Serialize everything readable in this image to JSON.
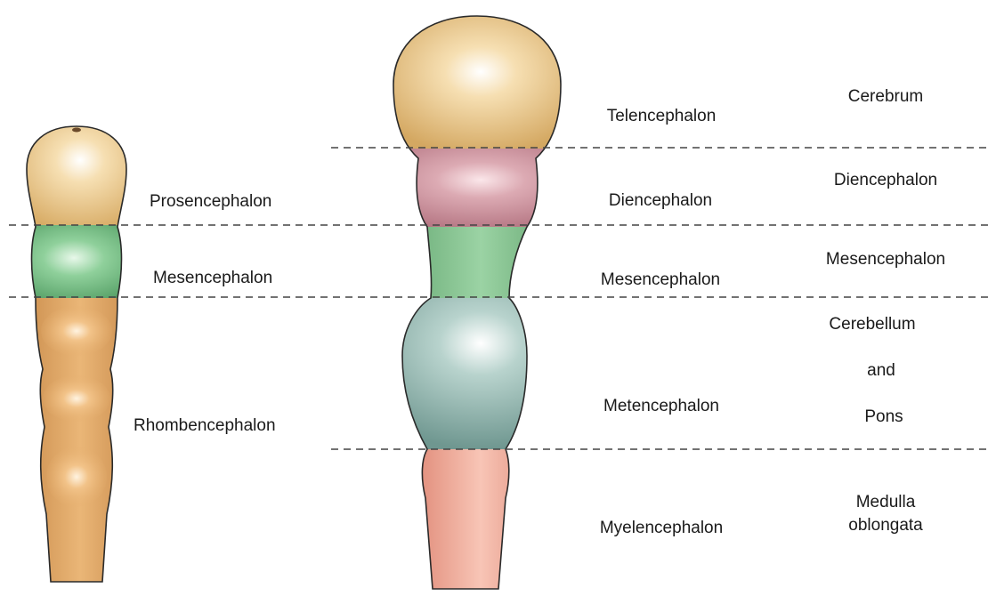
{
  "early_stage": {
    "labels": {
      "prosencephalon": "Prosencephalon",
      "mesencephalon": "Mesencephalon",
      "rhombencephalon": "Rhombencephalon"
    }
  },
  "later_stage": {
    "labels": {
      "telencephalon": "Telencephalon",
      "diencephalon": "Diencephalon",
      "mesencephalon": "Mesencephalon",
      "metencephalon": "Metencephalon",
      "myelencephalon": "Myelencephalon"
    }
  },
  "adult_structures": {
    "cerebrum": "Cerebrum",
    "diencephalon": "Diencephalon",
    "mesencephalon": "Mesencephalon",
    "cerebellum": "Cerebellum",
    "and": "and",
    "pons": "Pons",
    "medulla": "Medulla",
    "oblongata": "oblongata"
  },
  "colors": {
    "prosencephalon": "#f0cf94",
    "mesencephalon": "#7cc28a",
    "rhombencephalon": "#e4ad6c",
    "telencephalon": "#f0cf94",
    "diencephalon": "#d9a3ad",
    "metencephalon": "#8eb3ad",
    "myelencephalon": "#ec9a86",
    "outline": "#2a2a2a",
    "divider": "#444444"
  }
}
